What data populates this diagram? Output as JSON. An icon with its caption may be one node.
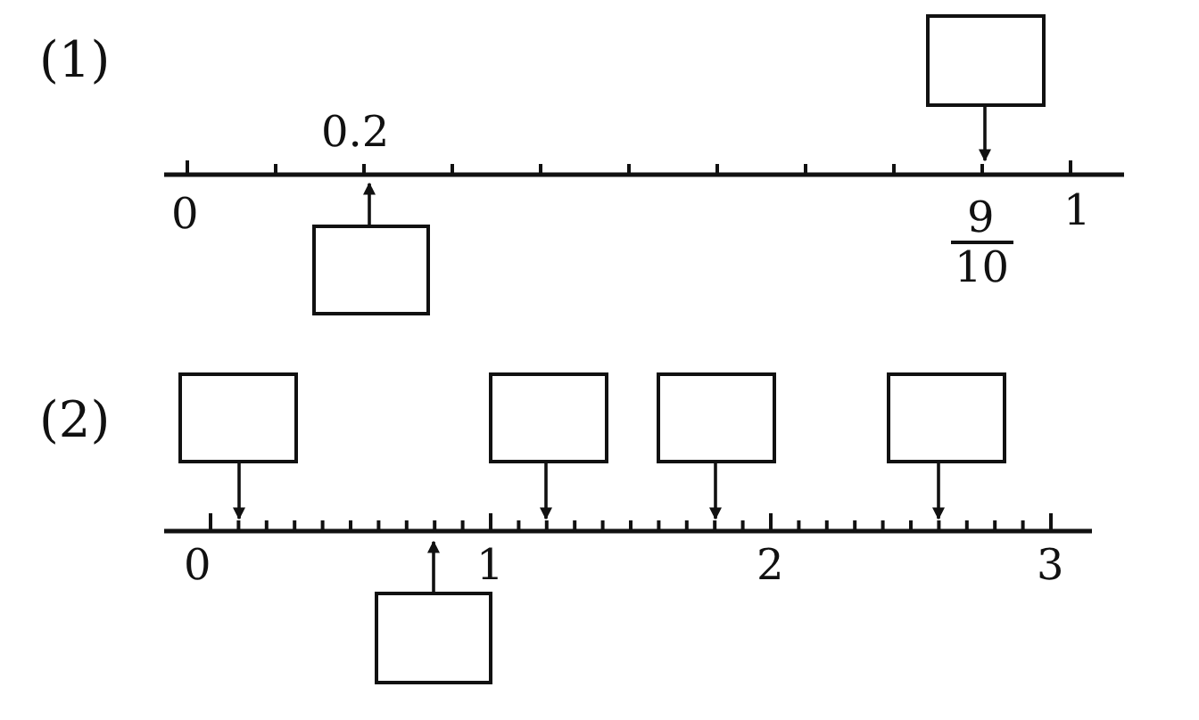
{
  "diagram": {
    "nodes": [
      {
        "text": [],
        "shape": "box"
      },
      {
        "text": [],
        "shape": "box"
      },
      {
        "text": [],
        "shape": "box"
      },
      {
        "text": [],
        "shape": "box"
      },
      {
        "text": [],
        "shape": "box"
      },
      {
        "text": [],
        "shape": "box"
      },
      {
        "text": [],
        "shape": "box"
      }
    ],
    "edges": [
      {
        "from": 0,
        "to": null,
        "arrow": "to"
      },
      {
        "from": 1,
        "to": null,
        "arrow": "to"
      },
      {
        "from": 2,
        "to": null,
        "arrow": "to"
      },
      {
        "from": 3,
        "to": null,
        "arrow": "to"
      },
      {
        "from": 4,
        "to": null,
        "arrow": "to"
      },
      {
        "from": 5,
        "to": null,
        "arrow": "to"
      },
      {
        "from": 6,
        "to": null,
        "arrow": "to"
      }
    ],
    "labels": [
      "(1)",
      "0.2",
      "0",
      "9",
      "10",
      "1",
      "(2)",
      "0",
      "1",
      "2",
      "3"
    ]
  }
}
